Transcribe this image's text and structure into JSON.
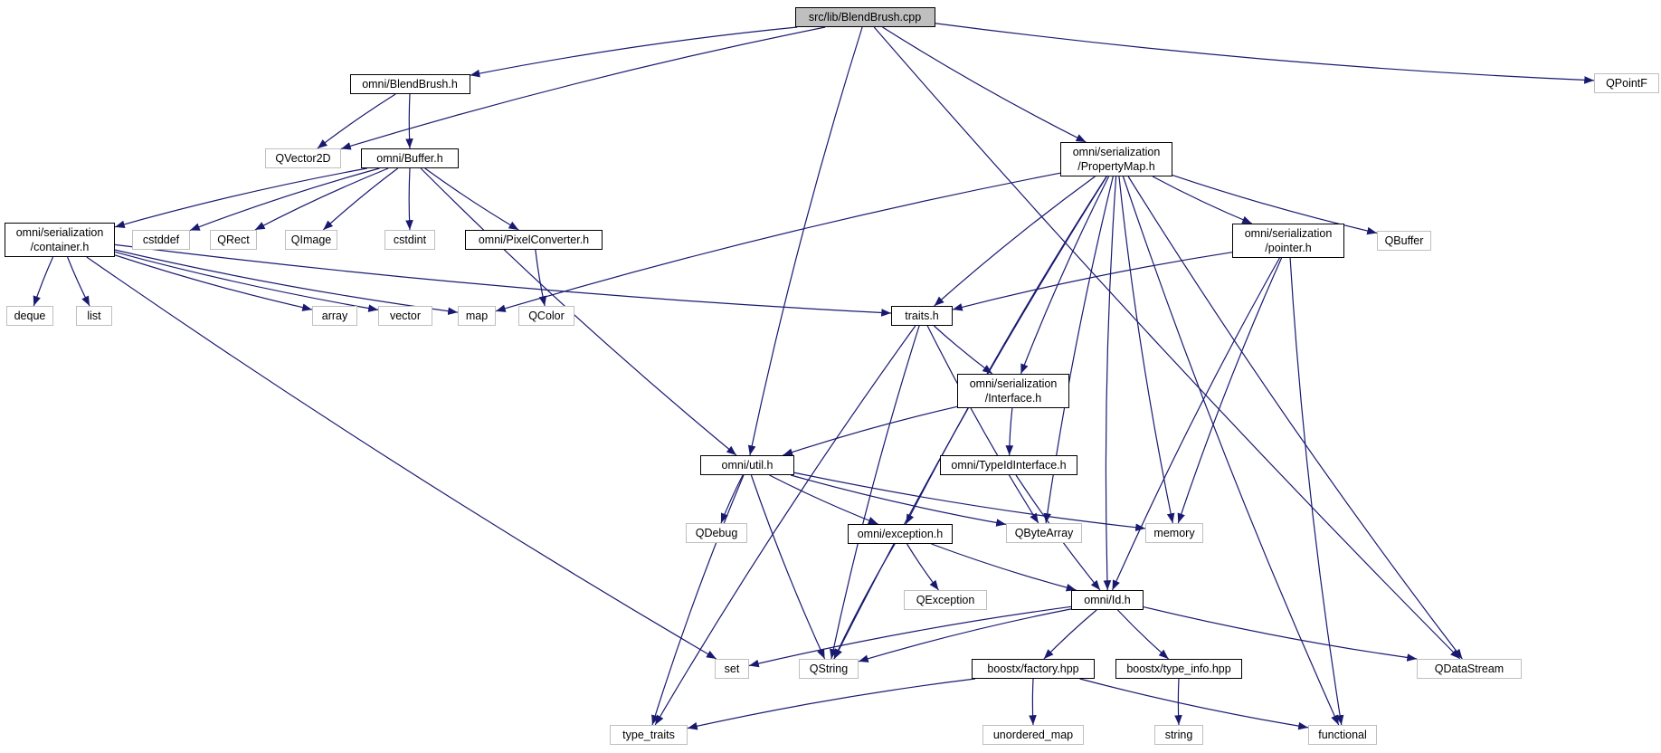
{
  "colors": {
    "edge": "#191970",
    "external_border": "#bfbfbf",
    "internal_border": "#000000",
    "root_fill": "#bfbfbf"
  },
  "graph": {
    "nodes": [
      {
        "id": "root",
        "label": "src/lib/BlendBrush.cpp",
        "kind": "root"
      },
      {
        "id": "blendbrush_h",
        "label": "omni/BlendBrush.h",
        "kind": "internal"
      },
      {
        "id": "qvector2d",
        "label": "QVector2D",
        "kind": "external"
      },
      {
        "id": "buffer_h",
        "label": "omni/Buffer.h",
        "kind": "internal"
      },
      {
        "id": "container_h",
        "label": "omni/serialization\n/container.h",
        "kind": "internal"
      },
      {
        "id": "cstddef",
        "label": "cstddef",
        "kind": "external"
      },
      {
        "id": "qrect",
        "label": "QRect",
        "kind": "external"
      },
      {
        "id": "qimage",
        "label": "QImage",
        "kind": "external"
      },
      {
        "id": "cstdint",
        "label": "cstdint",
        "kind": "external"
      },
      {
        "id": "pixelconverter_h",
        "label": "omni/PixelConverter.h",
        "kind": "internal"
      },
      {
        "id": "deque",
        "label": "deque",
        "kind": "external"
      },
      {
        "id": "list",
        "label": "list",
        "kind": "external"
      },
      {
        "id": "array",
        "label": "array",
        "kind": "external"
      },
      {
        "id": "vector",
        "label": "vector",
        "kind": "external"
      },
      {
        "id": "map",
        "label": "map",
        "kind": "external"
      },
      {
        "id": "qcolor",
        "label": "QColor",
        "kind": "external"
      },
      {
        "id": "propertymap_h",
        "label": "omni/serialization\n/PropertyMap.h",
        "kind": "internal"
      },
      {
        "id": "pointer_h",
        "label": "omni/serialization\n/pointer.h",
        "kind": "internal"
      },
      {
        "id": "qbuffer",
        "label": "QBuffer",
        "kind": "external"
      },
      {
        "id": "qpointf",
        "label": "QPointF",
        "kind": "external"
      },
      {
        "id": "traits_h",
        "label": "traits.h",
        "kind": "internal"
      },
      {
        "id": "interface_h",
        "label": "omni/serialization\n/Interface.h",
        "kind": "internal"
      },
      {
        "id": "typeidinterface_h",
        "label": "omni/TypeIdInterface.h",
        "kind": "internal"
      },
      {
        "id": "util_h",
        "label": "omni/util.h",
        "kind": "internal"
      },
      {
        "id": "qdebug",
        "label": "QDebug",
        "kind": "external"
      },
      {
        "id": "exception_h",
        "label": "omni/exception.h",
        "kind": "internal"
      },
      {
        "id": "qbytearray",
        "label": "QByteArray",
        "kind": "external"
      },
      {
        "id": "memory",
        "label": "memory",
        "kind": "external"
      },
      {
        "id": "qexception",
        "label": "QException",
        "kind": "external"
      },
      {
        "id": "id_h",
        "label": "omni/Id.h",
        "kind": "internal"
      },
      {
        "id": "set",
        "label": "set",
        "kind": "external"
      },
      {
        "id": "qstring",
        "label": "QString",
        "kind": "external"
      },
      {
        "id": "qdatastream",
        "label": "QDataStream",
        "kind": "external"
      },
      {
        "id": "factory_hpp",
        "label": "boostx/factory.hpp",
        "kind": "internal"
      },
      {
        "id": "type_info_hpp",
        "label": "boostx/type_info.hpp",
        "kind": "internal"
      },
      {
        "id": "type_traits",
        "label": "type_traits",
        "kind": "external"
      },
      {
        "id": "unordered_map",
        "label": "unordered_map",
        "kind": "external"
      },
      {
        "id": "functional",
        "label": "functional",
        "kind": "external"
      },
      {
        "id": "string",
        "label": "string",
        "kind": "external"
      }
    ],
    "edges": [
      [
        "root",
        "blendbrush_h"
      ],
      [
        "root",
        "qvector2d"
      ],
      [
        "root",
        "util_h"
      ],
      [
        "root",
        "propertymap_h"
      ],
      [
        "root",
        "qpointf"
      ],
      [
        "root",
        "qdatastream"
      ],
      [
        "blendbrush_h",
        "qvector2d"
      ],
      [
        "blendbrush_h",
        "buffer_h"
      ],
      [
        "buffer_h",
        "container_h"
      ],
      [
        "buffer_h",
        "cstddef"
      ],
      [
        "buffer_h",
        "qrect"
      ],
      [
        "buffer_h",
        "qimage"
      ],
      [
        "buffer_h",
        "cstdint"
      ],
      [
        "buffer_h",
        "pixelconverter_h"
      ],
      [
        "buffer_h",
        "util_h"
      ],
      [
        "container_h",
        "deque"
      ],
      [
        "container_h",
        "list"
      ],
      [
        "container_h",
        "array"
      ],
      [
        "container_h",
        "vector"
      ],
      [
        "container_h",
        "map"
      ],
      [
        "container_h",
        "traits_h"
      ],
      [
        "container_h",
        "set"
      ],
      [
        "pixelconverter_h",
        "qcolor"
      ],
      [
        "propertymap_h",
        "map"
      ],
      [
        "propertymap_h",
        "traits_h"
      ],
      [
        "propertymap_h",
        "interface_h"
      ],
      [
        "propertymap_h",
        "pointer_h"
      ],
      [
        "propertymap_h",
        "qbuffer"
      ],
      [
        "propertymap_h",
        "qstring"
      ],
      [
        "propertymap_h",
        "exception_h"
      ],
      [
        "propertymap_h",
        "qbytearray"
      ],
      [
        "propertymap_h",
        "memory"
      ],
      [
        "propertymap_h",
        "id_h"
      ],
      [
        "propertymap_h",
        "qdatastream"
      ],
      [
        "propertymap_h",
        "functional"
      ],
      [
        "pointer_h",
        "traits_h"
      ],
      [
        "pointer_h",
        "memory"
      ],
      [
        "pointer_h",
        "id_h"
      ],
      [
        "pointer_h",
        "functional"
      ],
      [
        "traits_h",
        "interface_h"
      ],
      [
        "traits_h",
        "qbytearray"
      ],
      [
        "traits_h",
        "qstring"
      ],
      [
        "traits_h",
        "type_traits"
      ],
      [
        "interface_h",
        "util_h"
      ],
      [
        "interface_h",
        "typeidinterface_h"
      ],
      [
        "typeidinterface_h",
        "id_h"
      ],
      [
        "util_h",
        "qdebug"
      ],
      [
        "util_h",
        "exception_h"
      ],
      [
        "util_h",
        "qbytearray"
      ],
      [
        "util_h",
        "memory"
      ],
      [
        "util_h",
        "qstring"
      ],
      [
        "util_h",
        "type_traits"
      ],
      [
        "exception_h",
        "qexception"
      ],
      [
        "exception_h",
        "id_h"
      ],
      [
        "exception_h",
        "qstring"
      ],
      [
        "id_h",
        "set"
      ],
      [
        "id_h",
        "qstring"
      ],
      [
        "id_h",
        "factory_hpp"
      ],
      [
        "id_h",
        "type_info_hpp"
      ],
      [
        "id_h",
        "qdatastream"
      ],
      [
        "factory_hpp",
        "type_traits"
      ],
      [
        "factory_hpp",
        "unordered_map"
      ],
      [
        "factory_hpp",
        "functional"
      ],
      [
        "type_info_hpp",
        "string"
      ]
    ]
  }
}
